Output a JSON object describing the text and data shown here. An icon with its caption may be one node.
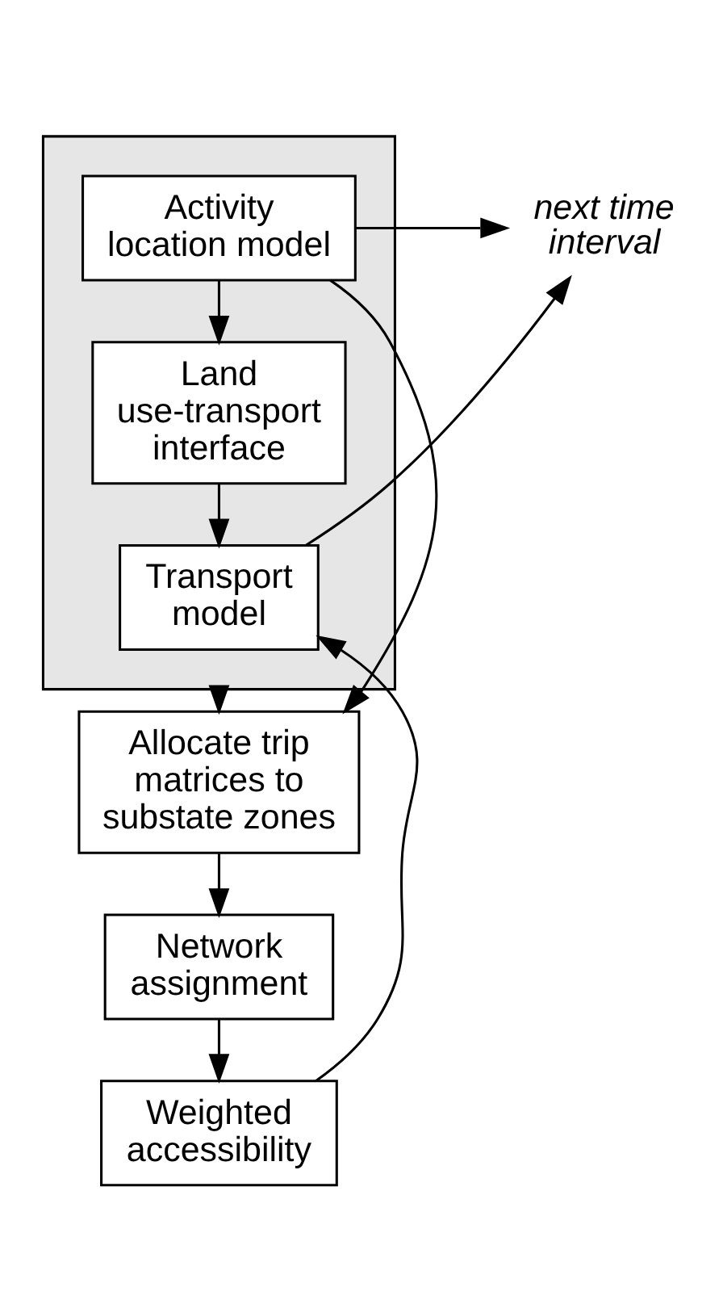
{
  "diagram": {
    "nodes": [
      {
        "text": [],
        "shape": "box"
      },
      {
        "text": [
          "Activity location model"
        ],
        "in": 0
      },
      {
        "text": [
          "Land use-transport interface"
        ],
        "in": 0
      },
      {
        "text": [
          "Transport model"
        ],
        "in": 0
      },
      {
        "text": [
          "Allocate trip matrices to substate zones"
        ]
      },
      {
        "text": [
          "Network assignment"
        ]
      },
      {
        "text": [
          "Weighted accessibility"
        ]
      },
      {
        "text": [
          "next time interval"
        ]
      }
    ],
    "edges": [
      {
        "from": 1,
        "to": 2,
        "arrow": "to"
      },
      {
        "from": 2,
        "to": 3,
        "arrow": "to"
      },
      {
        "from": 0,
        "to": 4,
        "arrow": "to"
      },
      {
        "from": 4,
        "to": 5,
        "arrow": "to"
      },
      {
        "from": 5,
        "to": 6,
        "arrow": "to"
      },
      {
        "from": 6,
        "to": 3,
        "arrow": "to"
      },
      {
        "from": 1,
        "to": 4,
        "arrow": "to"
      },
      {
        "from": 1,
        "to": 7,
        "arrow": "to"
      },
      {
        "from": 3,
        "to": 7,
        "arrow": "to"
      }
    ]
  }
}
